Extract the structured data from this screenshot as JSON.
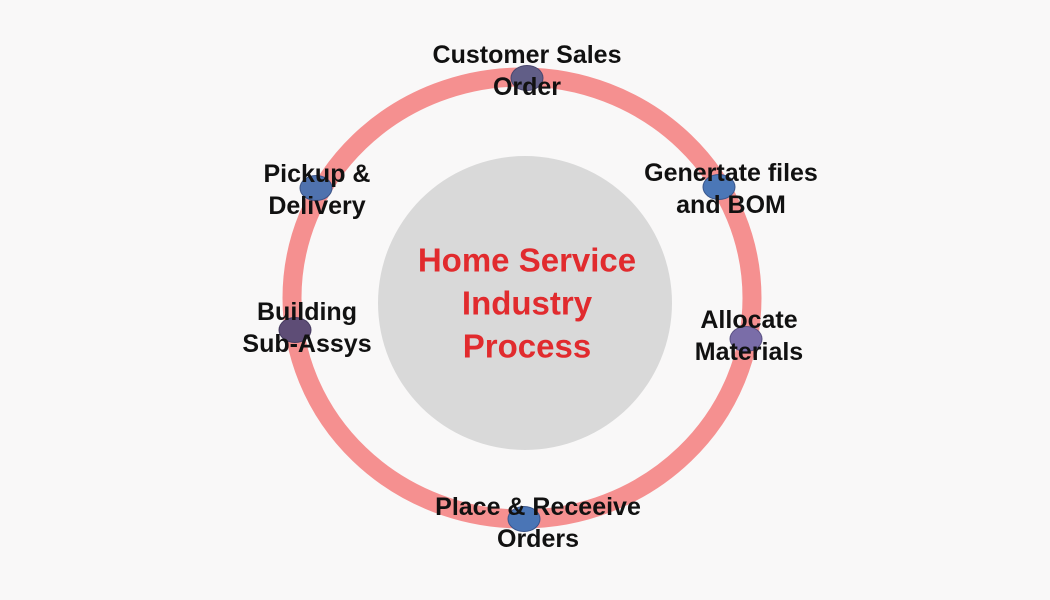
{
  "canvas": {
    "background_color": "#f9f8f8"
  },
  "diagram": {
    "title": {
      "text": "Home Service Industry Process",
      "lines": [
        "Home Service",
        "Industry",
        "Process"
      ],
      "color": "#e12b2e"
    },
    "ring_color": "#f59090",
    "inner_circle_color": "#d9d9d9",
    "label_color": "#111111",
    "nodes": [
      {
        "label": "Customer Sales Order",
        "lines": [
          "Customer Sales",
          "Order"
        ],
        "dot_color": "#615e87"
      },
      {
        "label": "Genertate files and BOM",
        "lines": [
          "Genertate files",
          "and BOM"
        ],
        "dot_color": "#4b77b7"
      },
      {
        "label": "Allocate Materials",
        "lines": [
          "Allocate",
          "Materials"
        ],
        "dot_color": "#7a6da8"
      },
      {
        "label": "Place & Receeive Orders",
        "lines": [
          "Place & Receeive",
          "Orders"
        ],
        "dot_color": "#4a75b6"
      },
      {
        "label": "Building Sub-Assys",
        "lines": [
          "Building",
          "Sub-Assys"
        ],
        "dot_color": "#5e4d76"
      },
      {
        "label": "Pickup & Delivery",
        "lines": [
          "Pickup &",
          "Delivery"
        ],
        "dot_color": "#4f72ae"
      }
    ]
  }
}
